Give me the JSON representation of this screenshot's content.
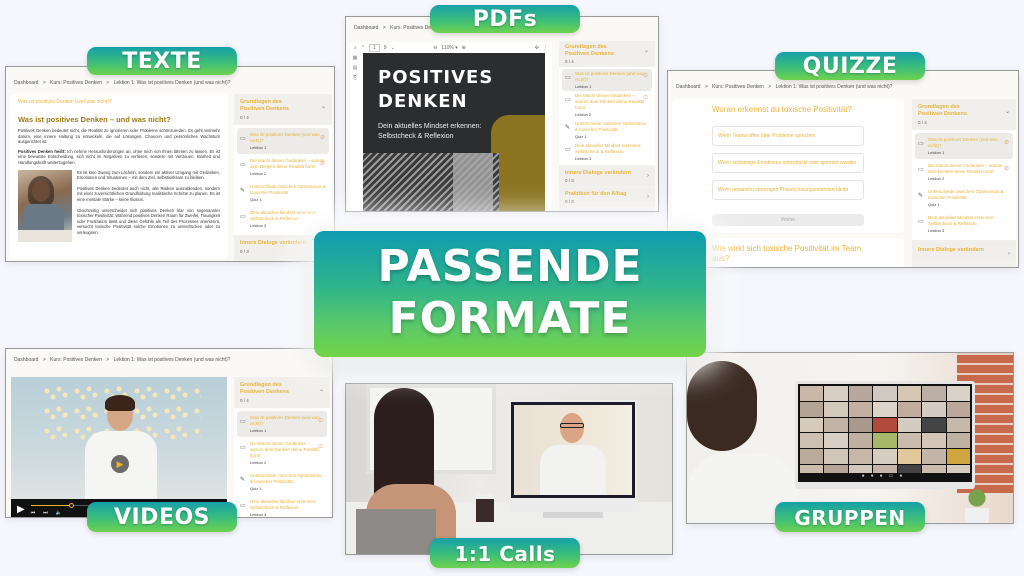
{
  "main_title": {
    "line1": "PASSENDE",
    "line2": "FORMATE"
  },
  "badges": {
    "texte": "TEXTE",
    "pdfs": "PDFs",
    "quizze": "QUIZZE",
    "videos": "VIDEOS",
    "calls": "1:1 Calls",
    "gruppen": "GRUPPEN"
  },
  "colors": {
    "accent_gold": "#e9b33a",
    "badge_gradient_top": "#16a0a8",
    "badge_gradient_bottom": "#6fd24e",
    "background": "#f5f7fd"
  },
  "breadcrumb": {
    "items": [
      "Dashboard",
      ">",
      "Kurs: Positives Denken",
      ">",
      "Lektion 1: Was ist positives Denken (und was nicht)?"
    ]
  },
  "sidebar": {
    "section1": {
      "title": "Grundlagen des Positiven Denkens",
      "count": "0 / 4"
    },
    "items": [
      {
        "title": "Was ist positives Denken (und was nicht)?",
        "sub": "Lektion 1",
        "icon": "book-icon"
      },
      {
        "title": "Die Macht deiner Gedanken – warum dein Denken deine Realität formt",
        "sub": "Lektion 2",
        "icon": "book-icon"
      },
      {
        "title": "Unterschiede zwischen Optimismus & toxischer Positivität",
        "sub": "Quiz 1",
        "icon": "pencil-icon"
      },
      {
        "title": "Dein aktuelles Mindset erkennen: Selbstcheck & Reflexion",
        "sub": "Lektion 3",
        "icon": "book-icon"
      }
    ],
    "section2": {
      "title": "Innere Dialoge verändern",
      "count": "0 / 3"
    },
    "section3": {
      "title": "Praktiken für den Alltag",
      "count": "0 / 3"
    }
  },
  "texte_panel": {
    "lesson_header": "Was ist positives Denken (und was nicht)?",
    "heading": "Was ist positives Denken – und was nicht?",
    "p1": "Positives Denken bedeutet nicht, die Realität zu ignorieren oder Probleme schönzureden. Es geht vielmehr darum, eine innere Haltung zu entwickeln, die auf Lösungen, Chancen und persönliches Wachstum ausgerichtet ist.",
    "p2_bold": "Positives Denken heißt:",
    "p2": " Ich nehme Herausforderungen an, ohne mich von ihnen lähmen zu lassen. Es ist eine bewusste Entscheidung, sich nicht im Negativen zu verlieren, sondern mit Vertrauen, Klarheit und Handlungskraft weiterzugehen.",
    "p3": "Es ist kein Zwang zum Lächeln, sondern ein aktiver Umgang mit Gedanken, Emotionen und Situationen – mit dem Ziel, selbstwirksam zu bleiben.",
    "p4": "Positives Denken bedeutet auch nicht, alle Risiken auszublenden, sondern mit einer zuversichtlichen Grundhaltung realistische Schritte zu planen. Es ist eine mentale Stärke – keine Illusion.",
    "p5": "Gleichzeitig unterscheidet sich positives Denken klar von sogenannter toxischer Positivität: Während positives Denken Raum für Zweifel, Traurigkeit oder Frustration lässt und diese Gefühle als Teil des Prozesses anerkennt, versucht toxische Positivität solche Emotionen zu unterdrücken oder zu verleugnen."
  },
  "pdf_panel": {
    "toolbar": {
      "page": "1",
      "total": "9",
      "zoom": "110% ▾"
    },
    "cover_title1": "POSITIVES",
    "cover_title2": "DENKEN",
    "cover_subtitle1": "Dein aktuelles Mindset erkennen:",
    "cover_subtitle2": "Selbstcheck & Reflexion"
  },
  "quiz_panel": {
    "question": "Woran erkennst du toxische Positivität?",
    "options": [
      "Wenn Teams offen über Probleme sprechen",
      "Wenn schwierige Emotionen unterdrückt oder ignoriert werden",
      "Wenn jemand in stressigen Phasen lösungsorientiert bleibt"
    ],
    "next_button": "Weiter",
    "question2": "Wie wirkt sich toxische Positivität im Team aus?"
  }
}
